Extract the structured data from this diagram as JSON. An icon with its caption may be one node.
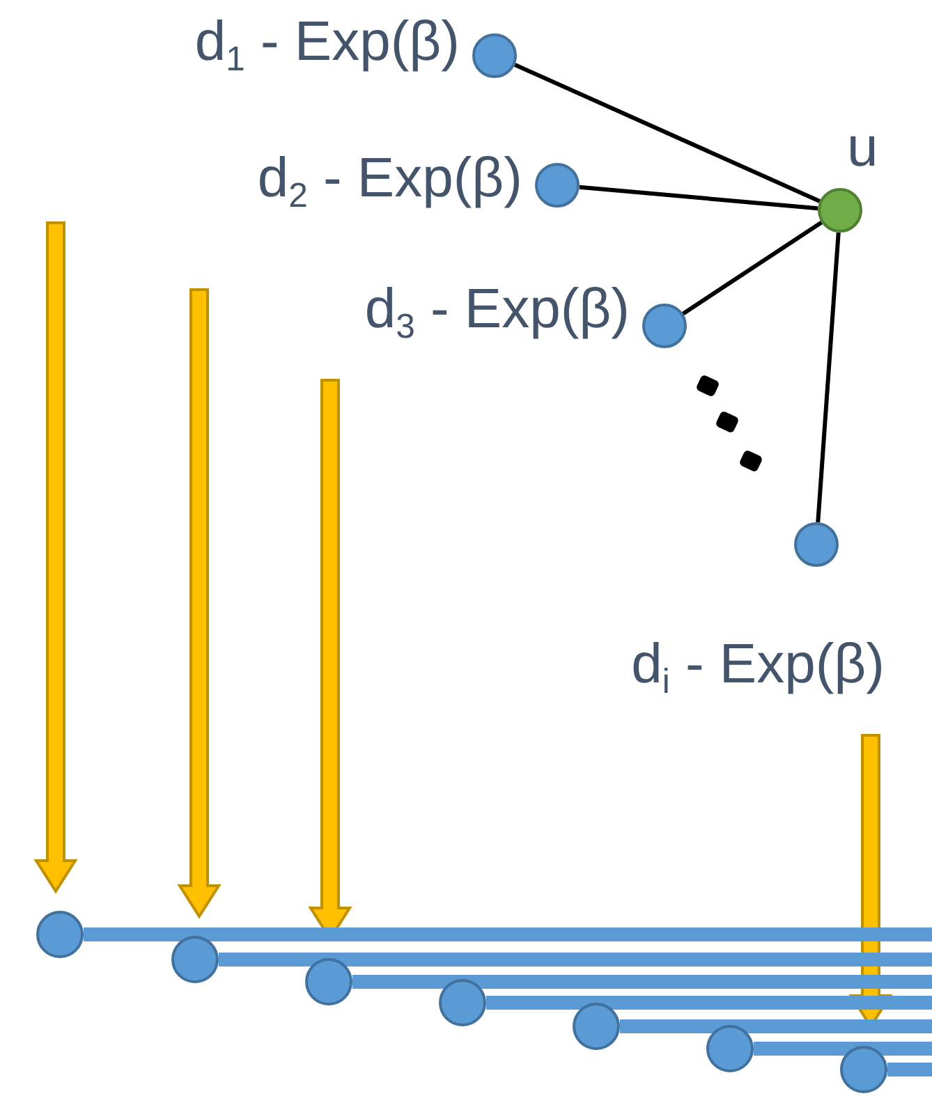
{
  "diagram": {
    "nodes": [
      {
        "text": [],
        "shape": "circle",
        "beside": [
          "u"
        ]
      },
      {
        "text": [],
        "shape": "circle",
        "beside": [
          "d$_{1}$ - Exp(β)"
        ]
      },
      {
        "text": [],
        "shape": "circle",
        "beside": [
          "d$_{2}$ - Exp(β)"
        ]
      },
      {
        "text": [],
        "shape": "circle",
        "beside": [
          "d$_{3}$ - Exp(β)"
        ]
      },
      {
        "text": [],
        "shape": "circle",
        "beside": [
          "d$_{i}$ - Exp(β)"
        ]
      },
      {
        "text": [],
        "shape": "circle"
      },
      {
        "text": [],
        "shape": "circle"
      },
      {
        "text": [],
        "shape": "circle"
      },
      {
        "text": [],
        "shape": "circle"
      },
      {
        "text": [],
        "shape": "circle"
      },
      {
        "text": [],
        "shape": "circle"
      },
      {
        "text": [],
        "shape": "circle"
      }
    ],
    "edges": [
      {
        "from": 1,
        "to": 0,
        "arrow": "none",
        "color": "#000000"
      },
      {
        "from": 2,
        "to": 0,
        "arrow": "none",
        "color": "#000000"
      },
      {
        "from": 3,
        "to": 0,
        "arrow": "none",
        "color": "#000000"
      },
      {
        "from": 4,
        "to": 0,
        "arrow": "none",
        "color": "#000000"
      },
      {
        "from": null,
        "to": 5,
        "arrow": "to",
        "style": "thick",
        "color": "#ffc000"
      },
      {
        "from": null,
        "to": 6,
        "arrow": "to",
        "style": "thick",
        "color": "#ffc000"
      },
      {
        "from": null,
        "to": 7,
        "arrow": "to",
        "style": "thick",
        "color": "#ffc000"
      },
      {
        "from": null,
        "to": 11,
        "arrow": "to",
        "style": "thick",
        "color": "#ffc000"
      },
      {
        "from": 5,
        "to": null,
        "arrow": "none",
        "color": "#5b9bd5"
      },
      {
        "from": 6,
        "to": null,
        "arrow": "none",
        "color": "#5b9bd5"
      },
      {
        "from": 7,
        "to": null,
        "arrow": "none",
        "color": "#5b9bd5"
      },
      {
        "from": 8,
        "to": null,
        "arrow": "none",
        "color": "#5b9bd5"
      },
      {
        "from": 9,
        "to": null,
        "arrow": "none",
        "color": "#5b9bd5"
      },
      {
        "from": 10,
        "to": null,
        "arrow": "none",
        "color": "#5b9bd5"
      },
      {
        "from": 11,
        "to": null,
        "arrow": "none",
        "color": "#5b9bd5"
      }
    ]
  }
}
